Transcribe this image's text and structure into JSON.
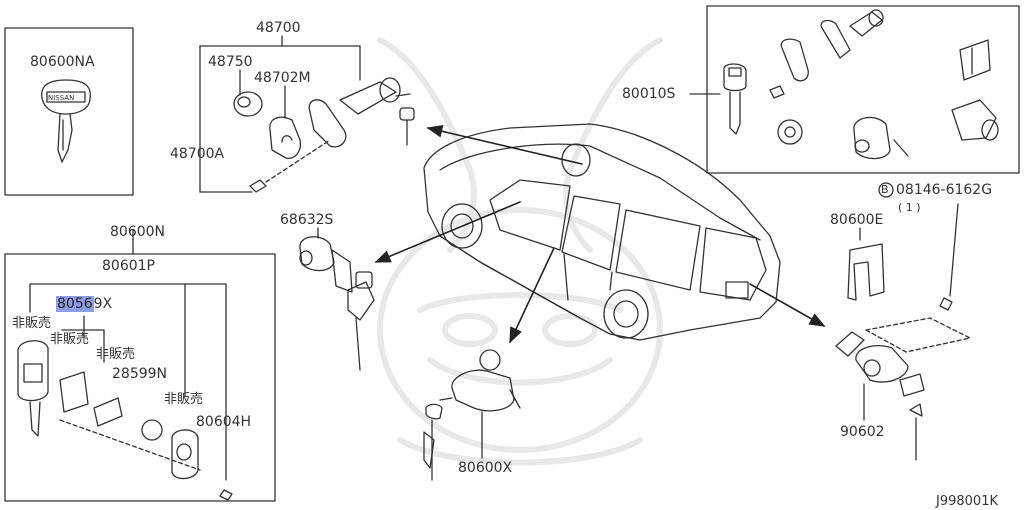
{
  "labels": {
    "p80600NA": "80600NA",
    "p48700": "48700",
    "p48750": "48750",
    "p48702M": "48702M",
    "p48700A": "48700A",
    "p80010S": "80010S",
    "p08146": "08146-6162G",
    "p08146_qty": "( 1 )",
    "p08146_prefix": "B",
    "p68632S": "68632S",
    "p80600N": "80600N",
    "p80601P": "80601P",
    "p80569X_hl": "8056",
    "p80569X_rest": "9X",
    "p28599N": "28599N",
    "p80604H": "80604H",
    "p80600E": "80600E",
    "p90602": "90602",
    "p80600X": "80600X",
    "jp1": "非販売",
    "jp2": "非販売",
    "jp3": "非販売",
    "jp4": "非販売",
    "diagram_id": "J998001K",
    "key_logo": "NISSAN"
  },
  "colors": {
    "line": "#333333",
    "highlight": "#8e9ce6",
    "watermark": "#e6e6e6"
  }
}
